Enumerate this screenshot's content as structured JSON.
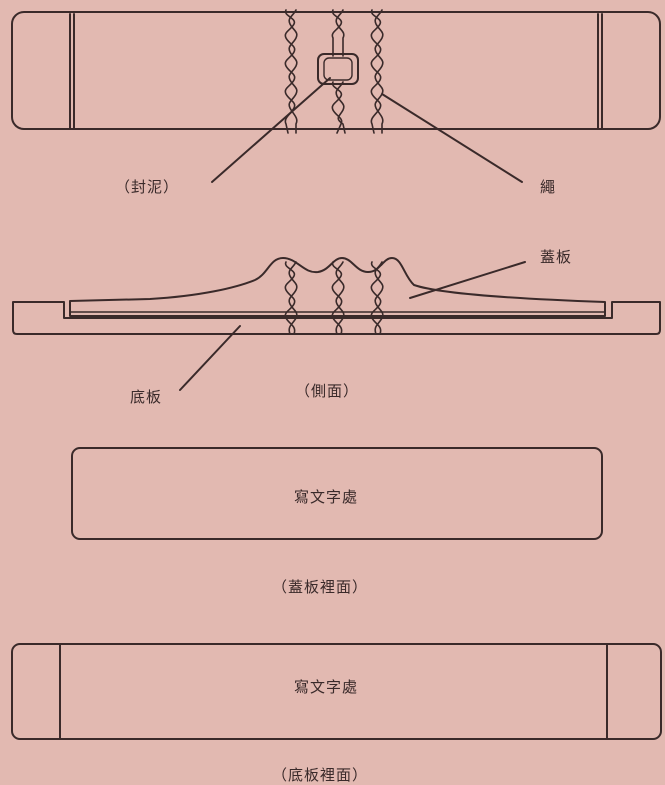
{
  "labels": {
    "seal": "（封泥）",
    "rope": "繩",
    "lid": "蓋板",
    "base": "底板",
    "side_caption": "（側面）",
    "writing_area_1": "寫文字處",
    "lid_inside_caption": "（蓋板裡面）",
    "writing_area_2": "寫文字處",
    "base_inside_caption": "（底板裡面）"
  },
  "colors": {
    "background": "#e2b9b1",
    "ink": "#3a2a2a"
  }
}
